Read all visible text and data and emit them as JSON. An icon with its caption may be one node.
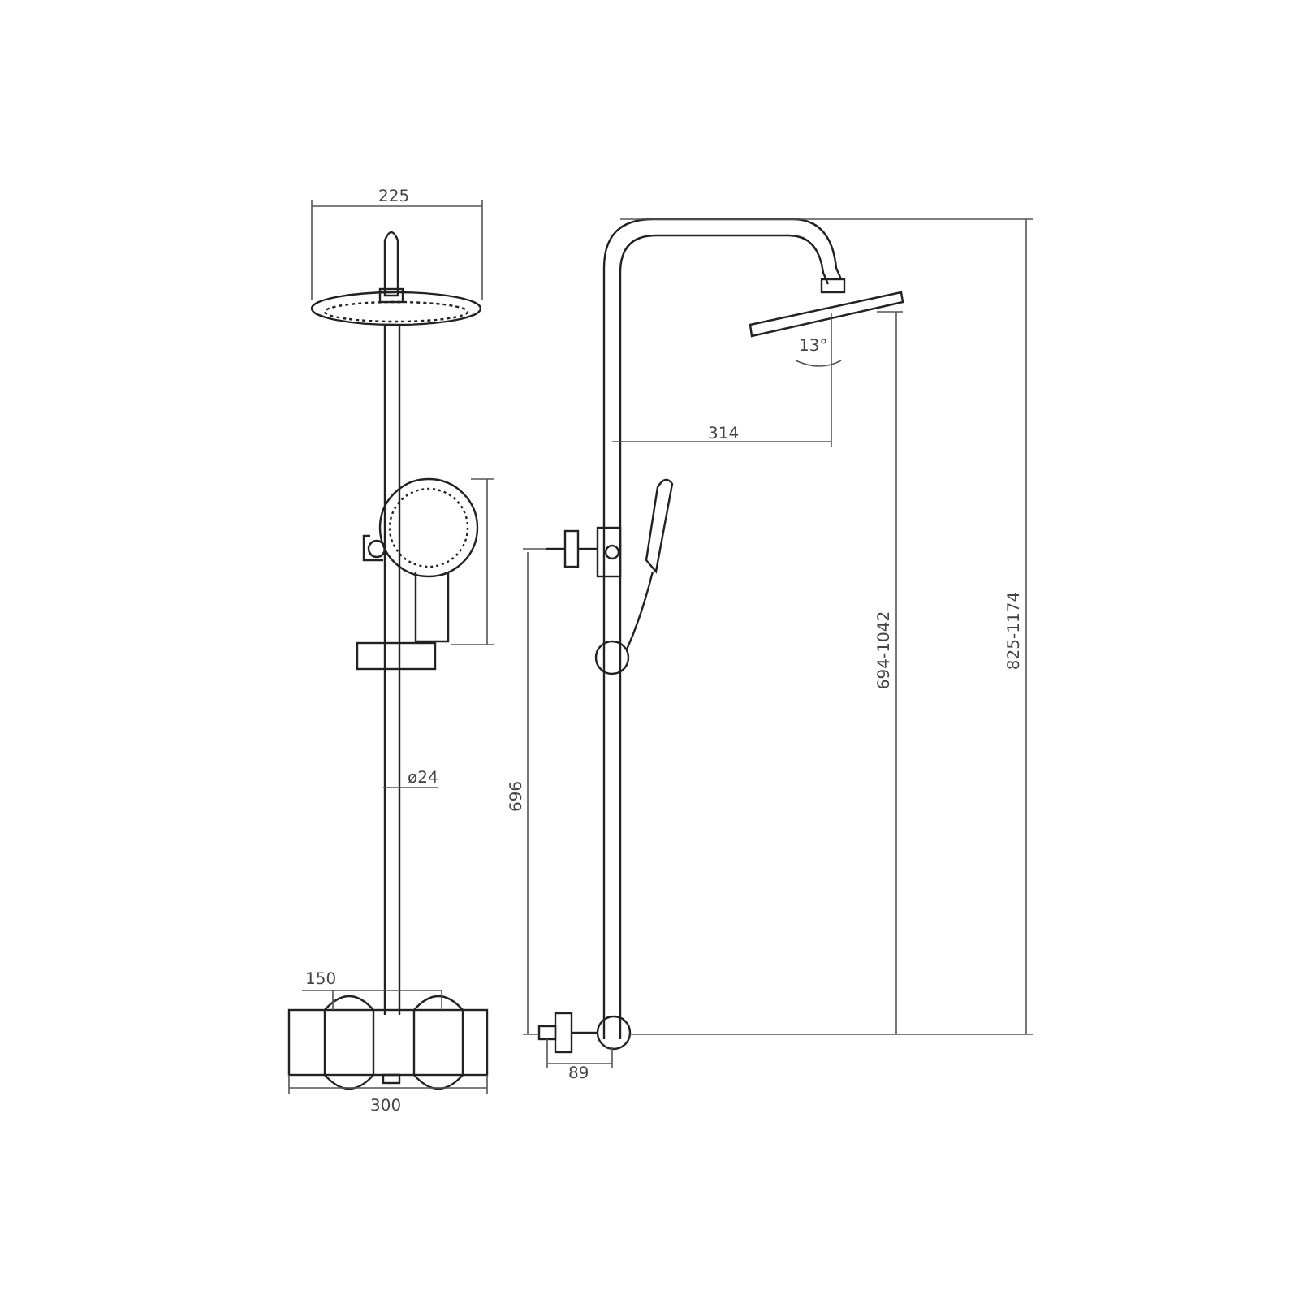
{
  "diagram": {
    "labels": [
      "225",
      "13°",
      "314",
      "ø24",
      "696",
      "694-1042",
      "825-1174",
      "150",
      "300",
      "89"
    ]
  }
}
